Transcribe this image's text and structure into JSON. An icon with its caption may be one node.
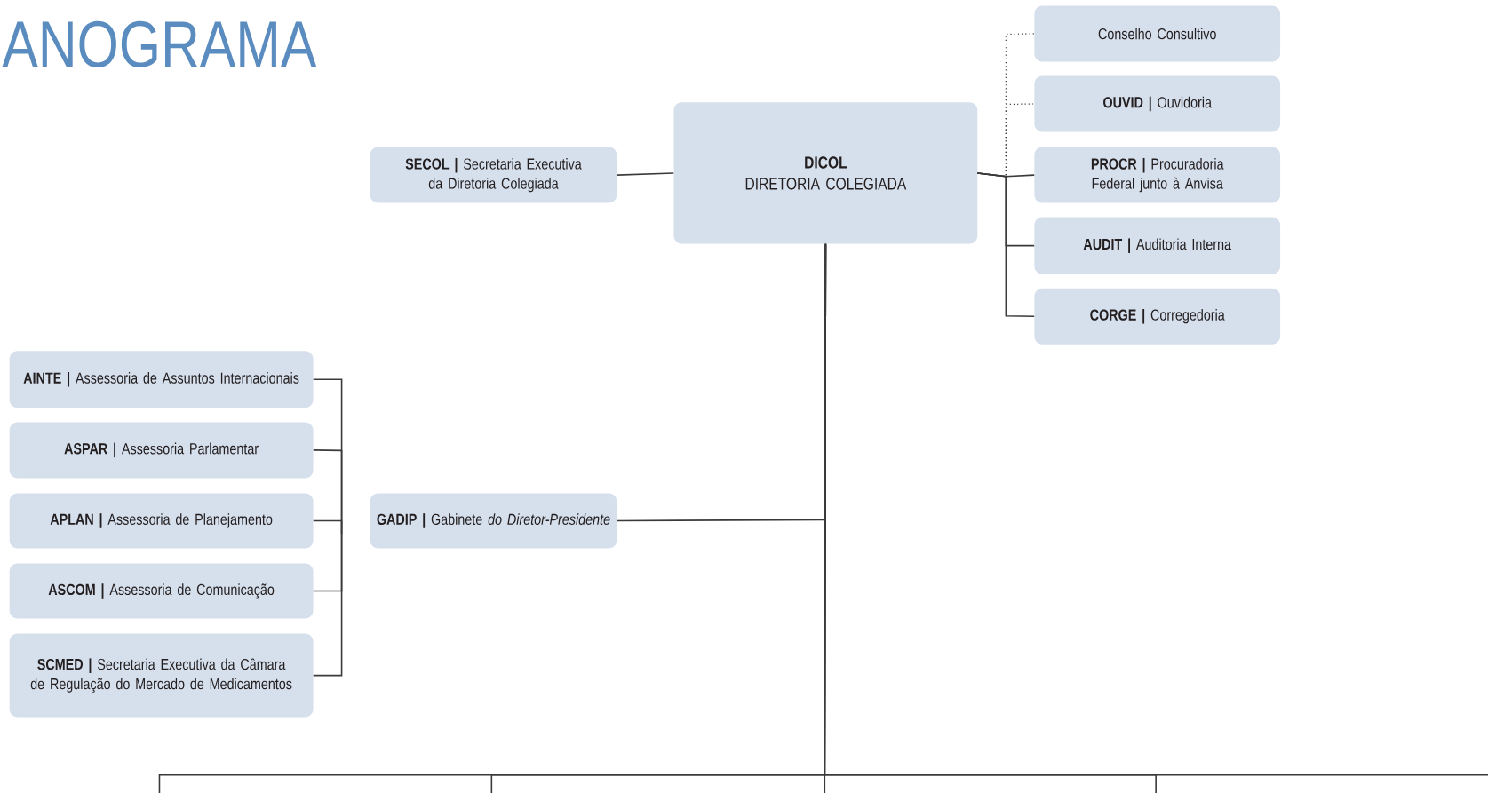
{
  "diagram": {
    "title": "ANOGRAMA",
    "nodes": [
      {
        "text": [
          "Conselho Consultivo"
        ]
      },
      {
        "text": [
          "**OUVID |** Ouvidoria"
        ]
      },
      {
        "text": [
          "**SECOL |** Secretaria Executiva da Diretoria Colegiada"
        ]
      },
      {
        "text": [
          "DICOL",
          "DIRETORIA COLEGIADA"
        ]
      },
      {
        "text": [
          "**PROCR |** Procuradoria Federal junto à Anvisa"
        ]
      },
      {
        "text": [
          "**AUDIT |** Auditoria Interna"
        ]
      },
      {
        "text": [
          "**CORGE |** Corregedoria"
        ]
      },
      {
        "text": [
          "**AINTE |** Assessoria de Assuntos Internacionais"
        ]
      },
      {
        "text": [
          "**ASPAR |** Assessoria Parlamentar"
        ]
      },
      {
        "text": [
          "**APLAN |** Assessoria de Planejamento"
        ]
      },
      {
        "text": [
          "**GADIP |** Gabinete *do Diretor-Presidente*"
        ]
      },
      {
        "text": [
          "**ASCOM |** Assessoria de Comunicação"
        ]
      },
      {
        "text": [
          "**SCMED |** Secretaria Executiva da Câmara de Regulação do Mercado de Medicamentos"
        ]
      }
    ],
    "edges": [
      {
        "from": 2,
        "to": 3,
        "arrow": "none"
      },
      {
        "from": 3,
        "to": 0,
        "arrow": "none",
        "style": "dashed"
      },
      {
        "from": 3,
        "to": 1,
        "arrow": "none",
        "style": "dashed"
      },
      {
        "from": 3,
        "to": 4,
        "arrow": "none"
      },
      {
        "from": 3,
        "to": 5,
        "arrow": "none"
      },
      {
        "from": 3,
        "to": 6,
        "arrow": "none"
      },
      {
        "from": 10,
        "to": 3,
        "arrow": "none"
      },
      {
        "from": 7,
        "to": null,
        "arrow": "none"
      },
      {
        "from": 8,
        "to": null,
        "arrow": "none"
      },
      {
        "from": 9,
        "to": null,
        "arrow": "none"
      },
      {
        "from": 11,
        "to": null,
        "arrow": "none"
      },
      {
        "from": 12,
        "to": null,
        "arrow": "none"
      },
      {
        "from": 3,
        "to": null,
        "arrow": "none"
      },
      {
        "from": 3,
        "to": null,
        "arrow": "none"
      },
      {
        "from": 3,
        "to": null,
        "arrow": "none"
      },
      {
        "from": 3,
        "to": null,
        "arrow": "none"
      },
      {
        "from": 3,
        "to": null,
        "arrow": "none"
      }
    ]
  }
}
